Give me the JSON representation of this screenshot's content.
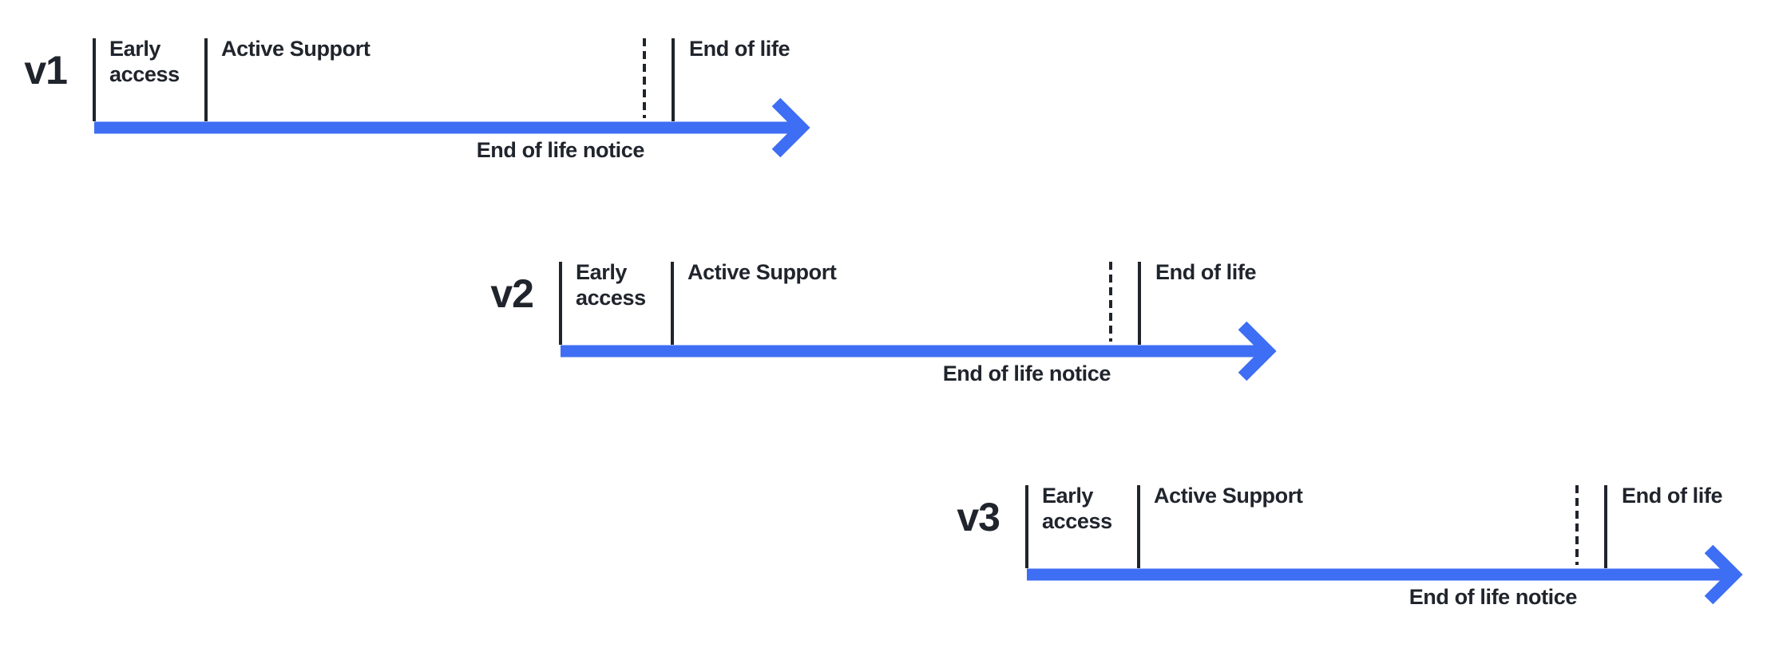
{
  "colors": {
    "arrow_blue": "#3e6ef3",
    "text_dark": "#20242c"
  },
  "rows": [
    {
      "version": "v1",
      "early_access": "Early access",
      "active_support": "Active Support",
      "end_of_life": "End of life",
      "eol_notice": "End of life notice"
    },
    {
      "version": "v2",
      "early_access": "Early access",
      "active_support": "Active Support",
      "end_of_life": "End of life",
      "eol_notice": "End of life notice"
    },
    {
      "version": "v3",
      "early_access": "Early access",
      "active_support": "Active Support",
      "end_of_life": "End of life",
      "eol_notice": "End of life notice"
    }
  ]
}
